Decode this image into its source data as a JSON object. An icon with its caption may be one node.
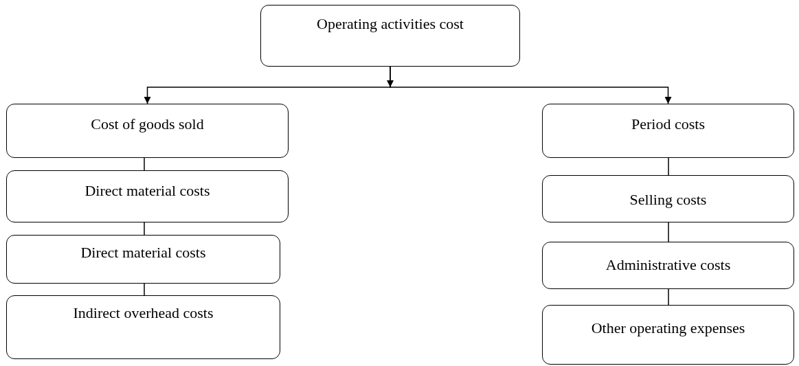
{
  "diagram": {
    "nodes": [
      {
        "text": [
          "Operating activities cost"
        ]
      },
      {
        "text": [
          "Cost of goods sold"
        ]
      },
      {
        "text": [
          "Direct material costs"
        ]
      },
      {
        "text": [
          "Direct material costs"
        ]
      },
      {
        "text": [
          "Indirect overhead costs"
        ]
      },
      {
        "text": [
          "Period costs"
        ]
      },
      {
        "text": [
          "Selling costs"
        ]
      },
      {
        "text": [
          "Administrative costs"
        ]
      },
      {
        "text": [
          "Other operating expenses"
        ]
      }
    ],
    "edges": [
      {
        "from": 0,
        "to": 1,
        "arrow": "to"
      },
      {
        "from": 0,
        "to": 5,
        "arrow": "to"
      },
      {
        "from": 1,
        "to": 2,
        "arrow": "none"
      },
      {
        "from": 2,
        "to": 3,
        "arrow": "none"
      },
      {
        "from": 3,
        "to": 4,
        "arrow": "none"
      },
      {
        "from": 5,
        "to": 6,
        "arrow": "none"
      },
      {
        "from": 6,
        "to": 7,
        "arrow": "none"
      },
      {
        "from": 7,
        "to": 8,
        "arrow": "none"
      }
    ]
  }
}
